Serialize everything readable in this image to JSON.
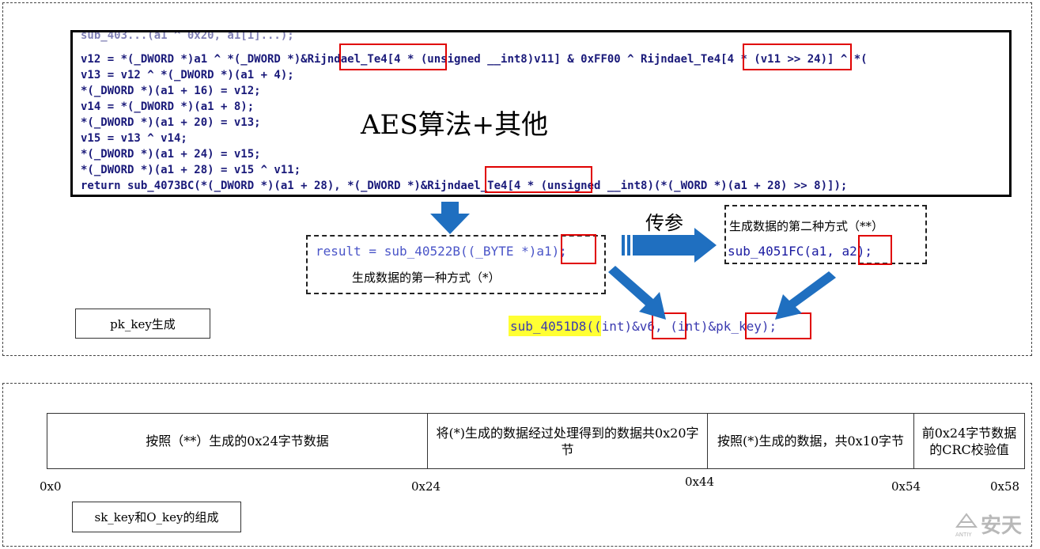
{
  "code_lines": [
    "sub_403...(a1 ^ 0x20, a1[1]...);",
    "v12 = *(_DWORD *)a1 ^ *(_DWORD *)&Rijndael_Te4[4 * (unsigned __int8)v11] & 0xFF00 ^ Rijndael_Te4[4 * (v11 >> 24)] ^ *(",
    "v13 = v12 ^ *(_DWORD *)(a1 + 4);",
    "*(_DWORD *)(a1 + 16) = v12;",
    "v14 = *(_DWORD *)(a1 + 8);",
    "*(_DWORD *)(a1 + 20) = v13;",
    "v15 = v13 ^ v14;",
    "*(_DWORD *)(a1 + 24) = v15;",
    "*(_DWORD *)(a1 + 28) = v15 ^ v11;",
    "return sub_4073BC(*(_DWORD *)(a1 + 28), *(_DWORD *)&Rijndael_Te4[4 * (unsigned __int8)(*(_WORD *)(a1 + 28) >> 8)]);"
  ],
  "code_title": "AES算法+其他",
  "pass_label": "传参",
  "method1": {
    "code": "result = sub_40522B((_BYTE *)a1);",
    "label": "生成数据的第一种方式（*）"
  },
  "method2": {
    "label": "生成数据的第二种方式（**）",
    "code": "sub_4051FC(a1, a2);"
  },
  "call_line": "sub_4051D8((int)&v6, (int)&pk_key);",
  "pk_key_label": "pk_key生成",
  "layout_table": {
    "cells": [
      "按照（**）生成的0x24字节数据",
      "将(*)生成的数据经过处理得到的数据共0x20字节",
      "按照(*)生成的数据，共0x10字节",
      "前0x24字节数据的CRC校验值"
    ],
    "offsets": [
      "0x0",
      "0x24",
      "0x44",
      "0x54",
      "0x58"
    ]
  },
  "sk_key_label": "sk_key和O_key的组成",
  "watermark": "安天",
  "watermark_small": "ANTIY",
  "colors": {
    "highlight": "#ffff33",
    "red_box": "#e00000",
    "arrow": "#1f6fc0"
  }
}
